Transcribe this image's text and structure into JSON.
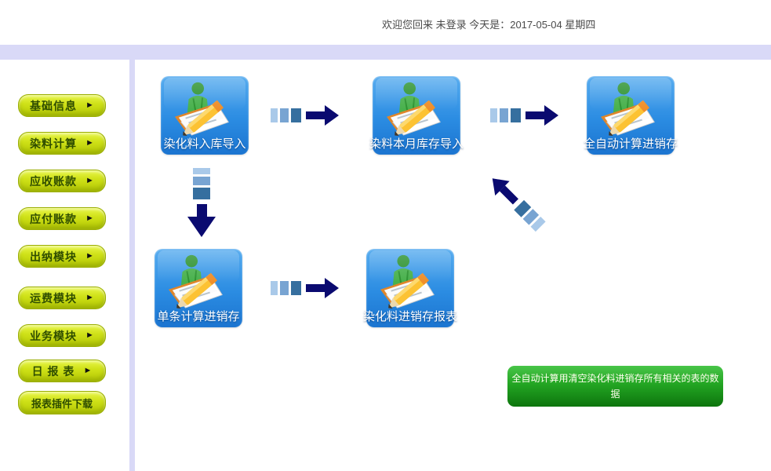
{
  "header": {
    "welcome_text": "欢迎您回来 未登录 今天是：2017-05-04 星期四"
  },
  "sidebar": {
    "arrow_glyph": "►",
    "items": [
      {
        "label": "基础信息",
        "has_arrow": true
      },
      {
        "label": "染料计算",
        "has_arrow": true
      },
      {
        "label": "应收账款",
        "has_arrow": true
      },
      {
        "label": "应付账款",
        "has_arrow": true
      },
      {
        "label": "出纳模块",
        "has_arrow": true
      },
      {
        "label": "运费模块",
        "has_arrow": true
      },
      {
        "label": "业务模块",
        "has_arrow": true
      },
      {
        "label": "日 报 表",
        "has_arrow": true
      },
      {
        "label": "报表插件下载",
        "has_arrow": false
      }
    ]
  },
  "flowchart": {
    "tiles": [
      {
        "label": "染化料入库导入"
      },
      {
        "label": "染料本月库存导入"
      },
      {
        "label": "全自动计算进销存"
      },
      {
        "label": "单条计算进销存"
      },
      {
        "label": "染化料进销存报表"
      }
    ],
    "banner_text": "全自动计算用清空染化料进销存所有相关的表的数据"
  },
  "colors": {
    "sidebar_button": "#cfe118",
    "tile_blue": "#2b8ce2",
    "arrow_navy": "#0a0a70",
    "arrow_square_light": "#a9c9e9",
    "arrow_square_mid": "#78a4d2",
    "arrow_square_dark": "#366f9f",
    "banner_green": "#23a523",
    "divider_lavender": "#d9d9f7"
  }
}
